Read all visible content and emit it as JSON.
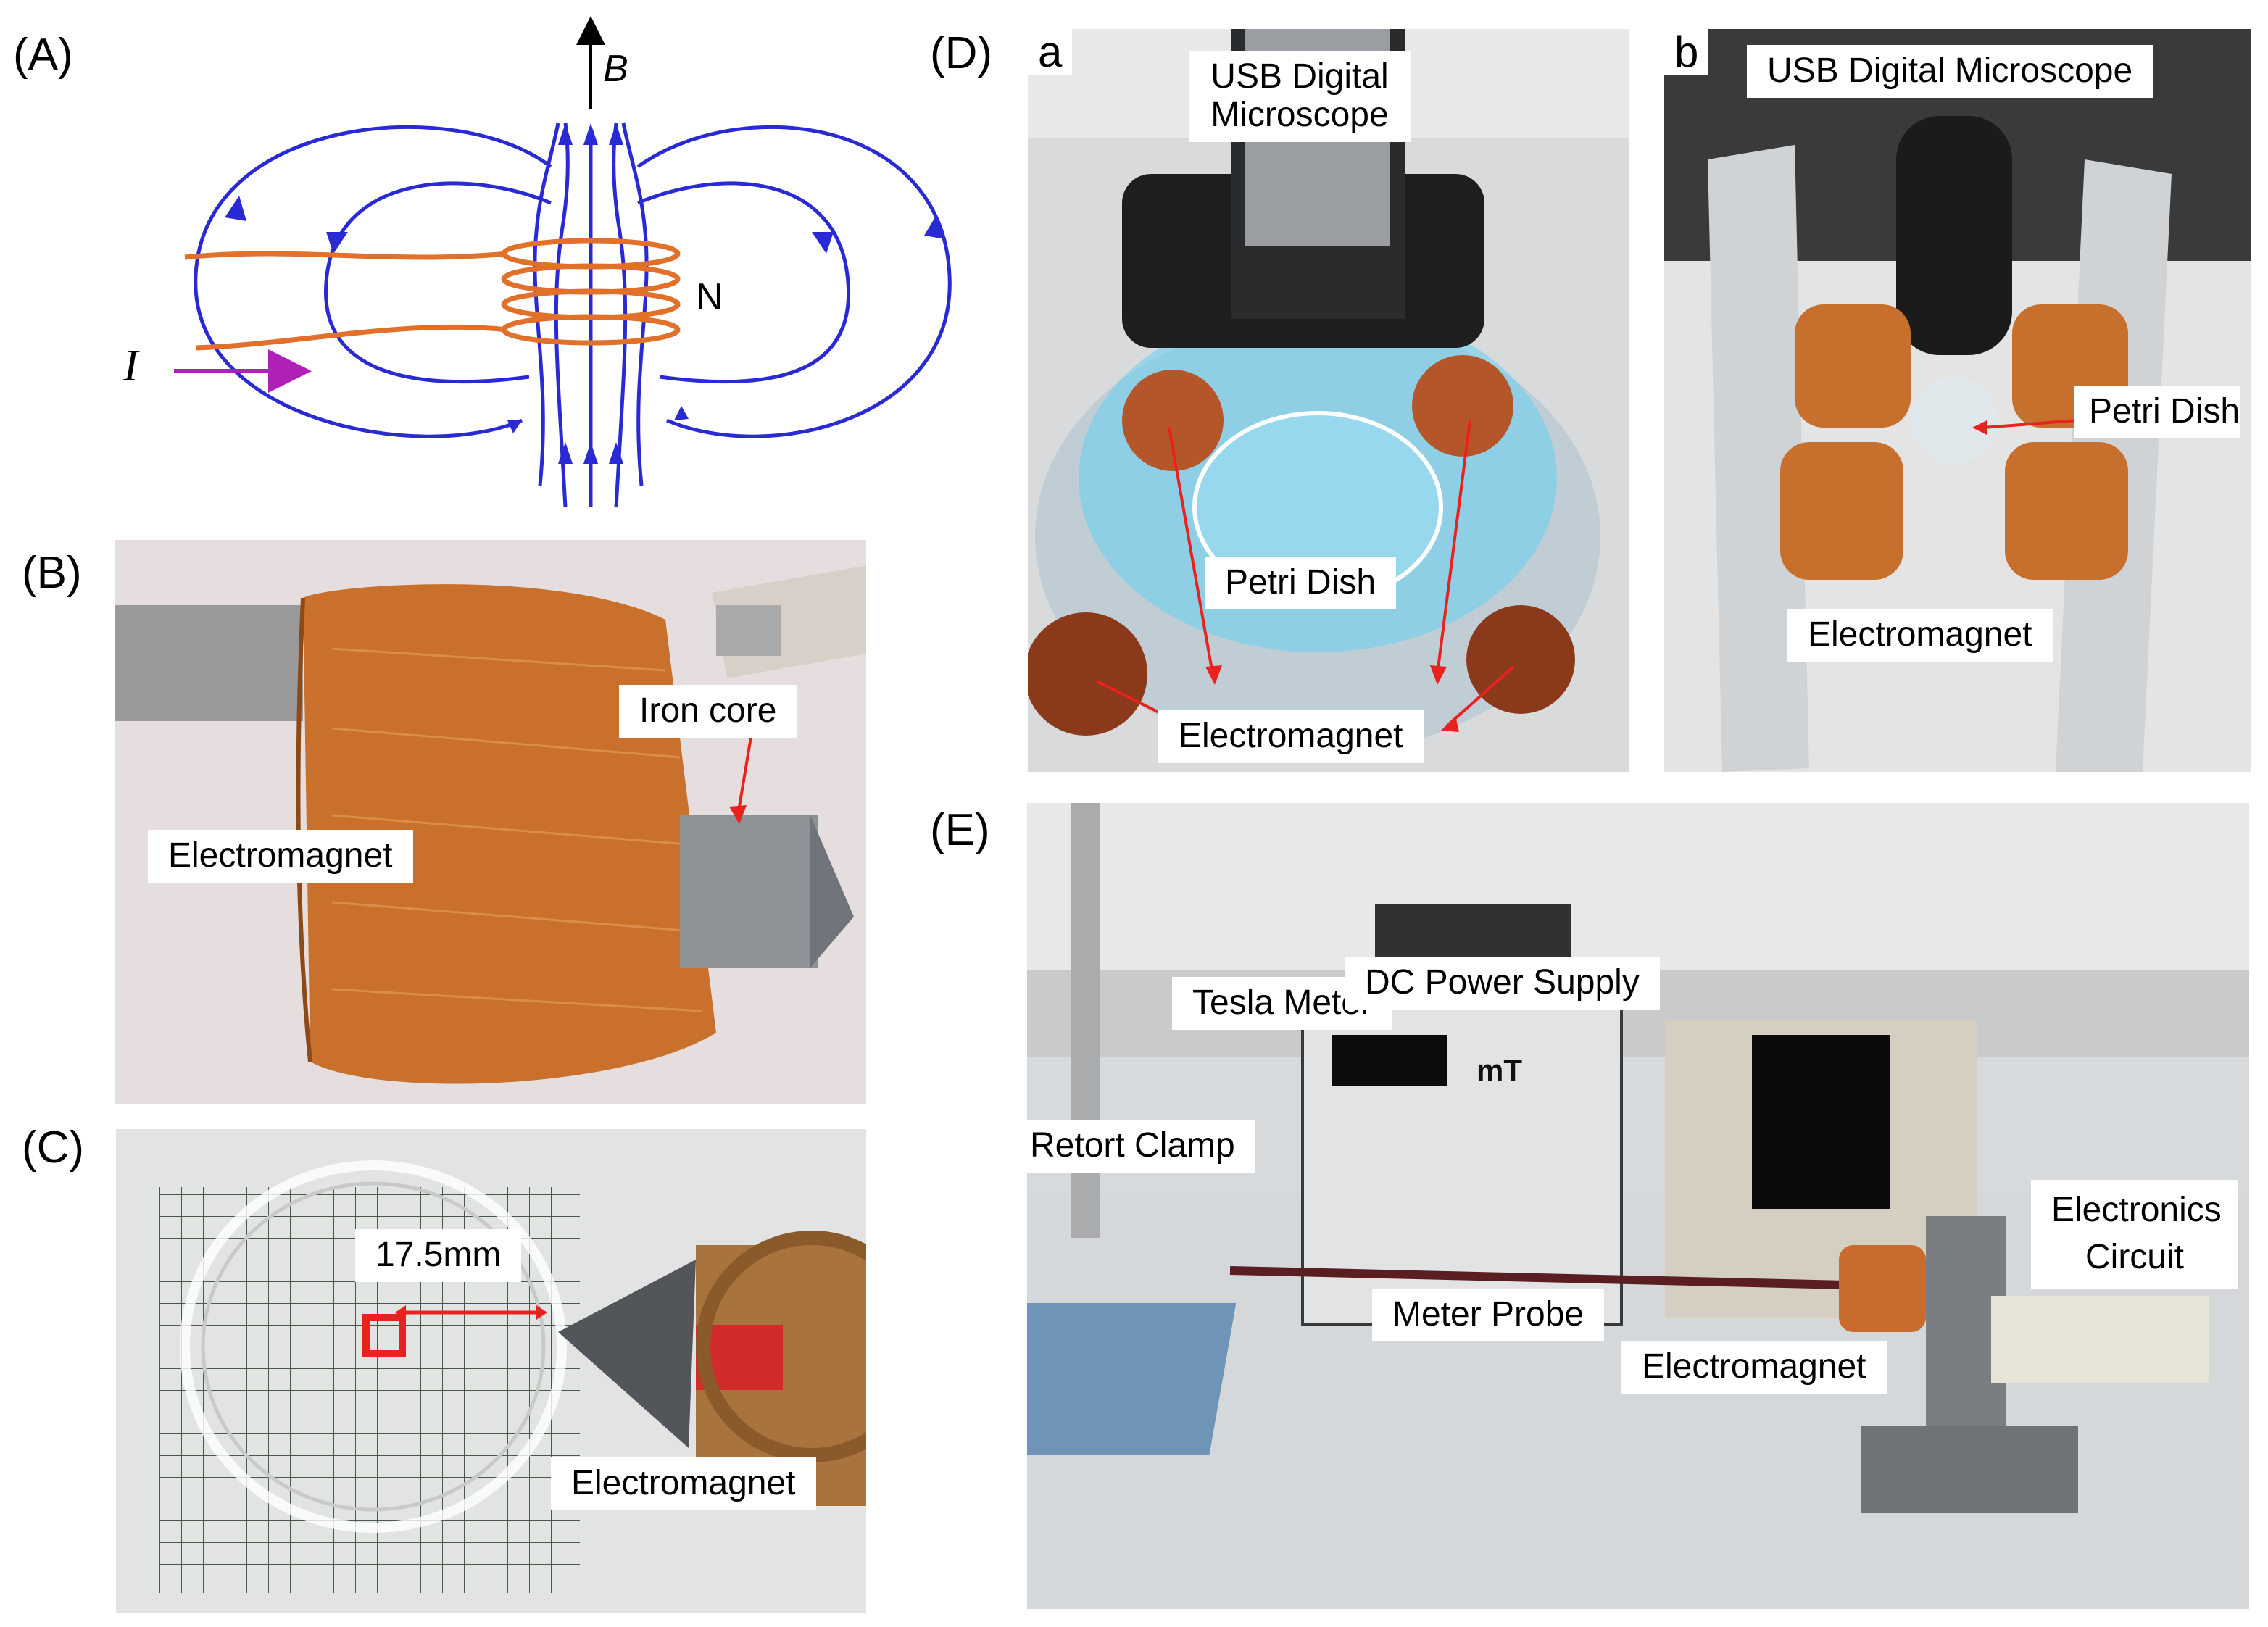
{
  "panels": {
    "A": {
      "letter": "(A)",
      "field_label": "B",
      "current_label": "I",
      "pole_label": "N",
      "colors": {
        "field_lines": "#2a2ad4",
        "coil": "#e0702a",
        "current_arrow": "#b01fb8"
      }
    },
    "B": {
      "letter": "(B)",
      "labels": {
        "electromagnet": "Electromagnet",
        "iron_core": "Iron core"
      }
    },
    "C": {
      "letter": "(C)",
      "labels": {
        "distance": "17.5mm",
        "electromagnet": "Electromagnet"
      }
    },
    "D": {
      "letter": "(D)",
      "a": {
        "sub": "a",
        "labels": {
          "microscope": "USB Digital Microscope",
          "petri": "Petri Dish",
          "electromagnet": "Electromagnet"
        }
      },
      "b": {
        "sub": "b",
        "labels": {
          "microscope": "USB Digital Microscope",
          "petri": "Petri Dish",
          "electromagnet": "Electromagnet"
        }
      }
    },
    "E": {
      "letter": "(E)",
      "labels": {
        "tesla": "Tesla  Meter",
        "dc": "DC  Power Supply",
        "retort": "Retort  Clamp",
        "electronics": "Electronics Circuit",
        "probe": "Meter Probe",
        "electromagnet": "Electromagnet",
        "unit": "mT"
      }
    }
  },
  "colors": {
    "annotation_arrow": "#e8231f",
    "copper": "#c8702c"
  }
}
